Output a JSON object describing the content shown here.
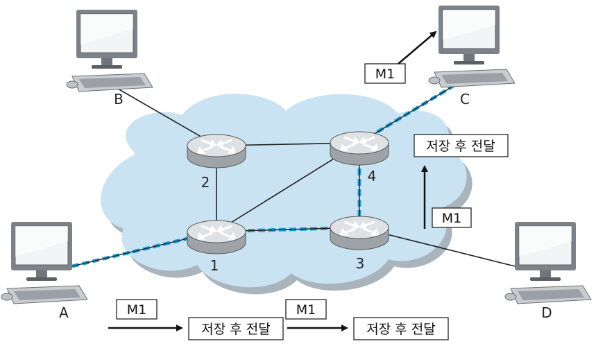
{
  "colors": {
    "cloud": "#c9e3f3",
    "cloud_shadow": "#a9b4bd",
    "path_highlight": "#1aa4dc",
    "link": "#222222",
    "router_body": "#9ea3a8",
    "router_top": "#dfe2e5"
  },
  "routers": [
    {
      "id": "1",
      "label": "1"
    },
    {
      "id": "2",
      "label": "2"
    },
    {
      "id": "3",
      "label": "3"
    },
    {
      "id": "4",
      "label": "4"
    }
  ],
  "hosts": [
    {
      "id": "A",
      "label": "A"
    },
    {
      "id": "B",
      "label": "B"
    },
    {
      "id": "C",
      "label": "C"
    },
    {
      "id": "D",
      "label": "D"
    }
  ],
  "links": [
    {
      "from": "B",
      "to": "2",
      "highlight": false
    },
    {
      "from": "2",
      "to": "4",
      "highlight": false
    },
    {
      "from": "2",
      "to": "1",
      "highlight": false
    },
    {
      "from": "1",
      "to": "4",
      "highlight": false
    },
    {
      "from": "1",
      "to": "3",
      "highlight": true
    },
    {
      "from": "3",
      "to": "4",
      "highlight": true
    },
    {
      "from": "3",
      "to": "D",
      "highlight": false
    },
    {
      "from": "A",
      "to": "1",
      "highlight": true
    },
    {
      "from": "4",
      "to": "C",
      "highlight": true
    }
  ],
  "labels": {
    "message": "M1",
    "store_forward": "저장 후 전달"
  }
}
